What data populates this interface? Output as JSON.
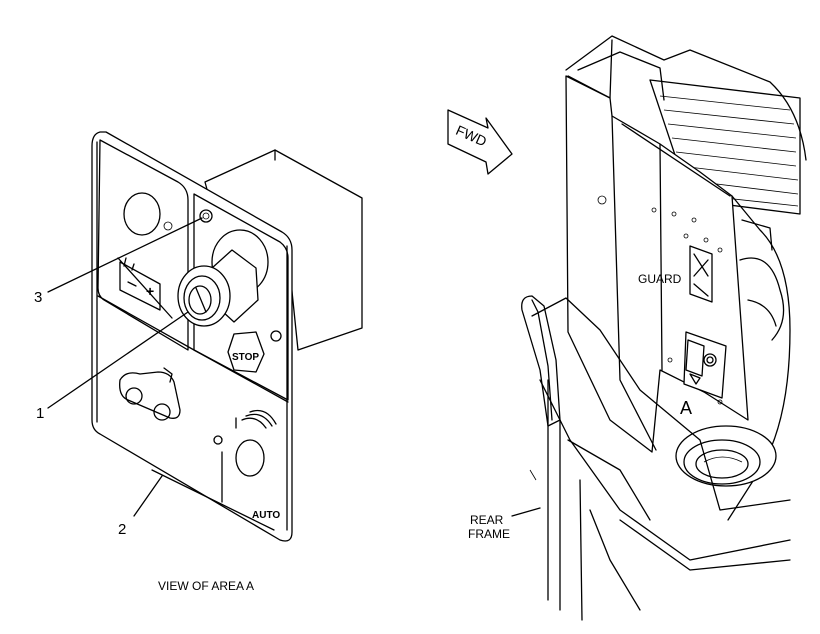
{
  "left_view": {
    "caption": "VIEW OF AREA  A",
    "callouts": [
      "3",
      "1",
      "2"
    ],
    "panel_text": {
      "stop": "STOP",
      "auto": "AUTO",
      "battery_plus": "+"
    }
  },
  "right_view": {
    "fwd_label": "FWD",
    "guard_label": "GUARD",
    "area_label": "A",
    "rear_frame_line1": "REAR",
    "rear_frame_line2": "FRAME"
  }
}
